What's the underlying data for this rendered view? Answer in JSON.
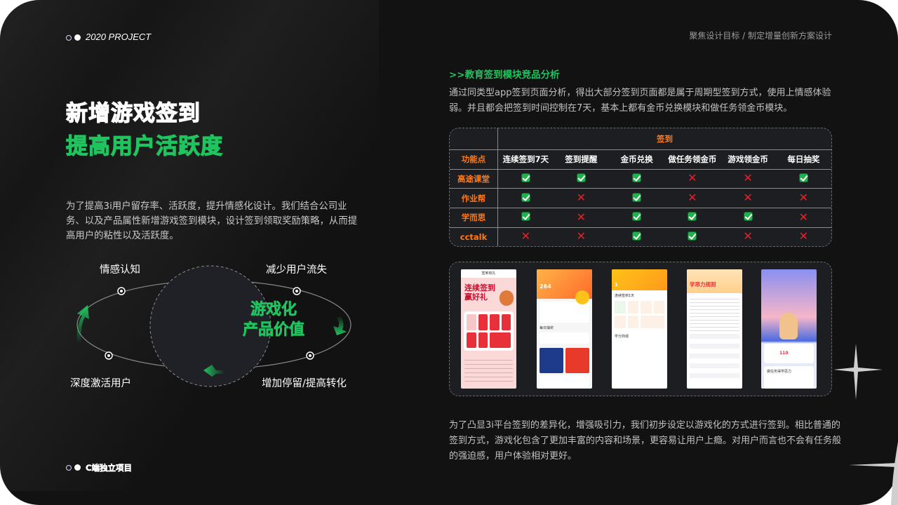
{
  "header": {
    "project_label": "2020 PROJECT",
    "tagline": "聚焦设计目标 / 制定增量创新方案设计"
  },
  "left": {
    "title_line1": "新增游戏签到",
    "title_line2": "提高用户活跃度",
    "intro": "为了提高3i用户留存率、活跃度，提升情感化设计。我们结合公司业务、以及产品属性新增游戏签到模块，设计签到领取奖励策略，从而提高用户的粘性以及活跃度。",
    "diagram": {
      "center_line1": "游戏化",
      "center_line2": "产品价值",
      "labels": [
        "情感认知",
        "减少用户流失",
        "增加停留/提高转化",
        "深度激活用户"
      ]
    },
    "footer_label": "C端独立项目"
  },
  "right": {
    "section_title": ">>教育签到模块竞品分析",
    "section_desc": "通过同类型app签到页面分析，得出大部分签到页面都是属于周期型签到方式，使用上情感体验弱。并且都会把签到时间控制在7天，基本上都有金币兑换模块和做任务领金币模块。",
    "table": {
      "group_header": "签到",
      "row_header_label": "功能点",
      "columns": [
        "连续签到7天",
        "签到提醒",
        "金币兑换",
        "做任务领金币",
        "游戏领金币",
        "每日抽奖"
      ],
      "rows": [
        {
          "name": "高途课堂",
          "values": [
            "yes",
            "yes",
            "yes",
            "no",
            "no",
            "yes"
          ]
        },
        {
          "name": "作业帮",
          "values": [
            "yes",
            "no",
            "yes",
            "no",
            "no",
            "no"
          ]
        },
        {
          "name": "学而思",
          "values": [
            "yes",
            "no",
            "yes",
            "yes",
            "yes",
            "no"
          ]
        },
        {
          "name": "cctalk",
          "values": [
            "no",
            "no",
            "yes",
            "yes",
            "no",
            "no"
          ]
        }
      ]
    },
    "screenshots": {
      "phone1": {
        "title": "签到有礼",
        "banner_line1": "连续签到",
        "banner_line2": "赢好礼"
      },
      "phone2": {
        "coins": "264",
        "section": "每日抽奖"
      },
      "phone3": {
        "coins": "1",
        "section1": "连续签到1天",
        "section2": "学分商城"
      },
      "phone4": {
        "title": "学思力规则"
      },
      "phone5": {
        "score": "110",
        "section": "做任务得学思力"
      }
    },
    "bottom_desc": "为了凸显3i平台签到的差异化，增强吸引力，我们初步设定以游戏化的方式进行签到。相比普通的签到方式，游戏化包含了更加丰富的内容和场景，更容易让用户上瘾。对用户而言也不会有任务般的强迫感，用户体验相对更好。"
  },
  "colors": {
    "background": "#121212",
    "accent_green": "#1fc45f",
    "accent_orange": "#ff7a1a",
    "check_green": "#22b14c",
    "cross_red": "#e8202a"
  }
}
